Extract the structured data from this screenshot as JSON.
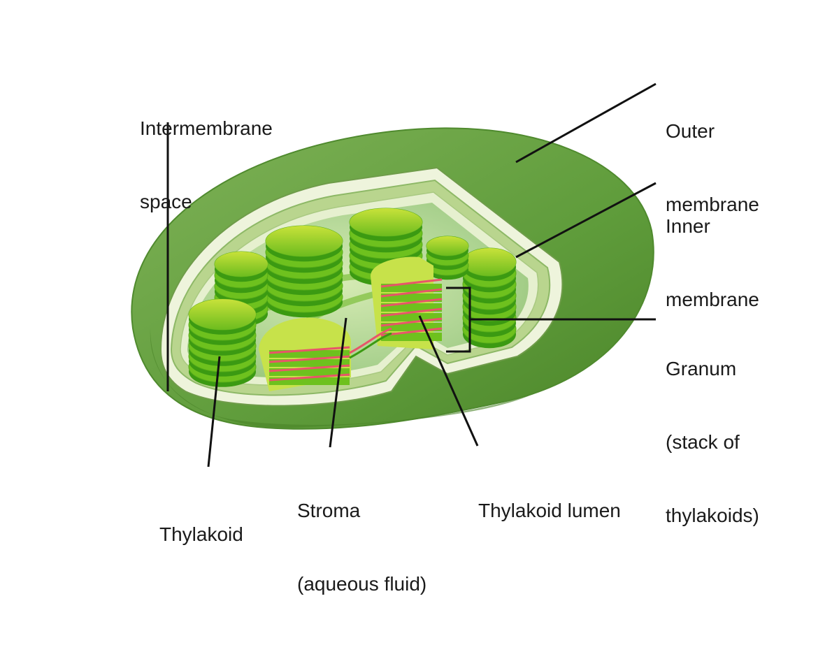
{
  "diagram": {
    "labels": {
      "intermembrane_space": [
        "Intermembrane",
        "space"
      ],
      "outer_membrane": [
        "Outer",
        "membrane"
      ],
      "inner_membrane": [
        "Inner",
        "membrane"
      ],
      "granum": [
        "Granum",
        "(stack of",
        "thylakoids)"
      ],
      "thylakoid": [
        "Thylakoid"
      ],
      "stroma": [
        "Stroma",
        "(aqueous fluid)"
      ],
      "thylakoid_lumen": [
        "Thylakoid lumen"
      ]
    },
    "colors": {
      "outer_membrane": "#5e9a3a",
      "outer_membrane_dark": "#4f8a2e",
      "inner_membrane": "#b9d58e",
      "intermembrane": "#eaf2d6",
      "stroma": "#a9d18e",
      "thylakoid_light": "#b8dc2a",
      "thylakoid_mid": "#6ec11e",
      "thylakoid_dark": "#3b9a12",
      "lumen": "#e8556a",
      "leader_line": "#111111"
    }
  }
}
